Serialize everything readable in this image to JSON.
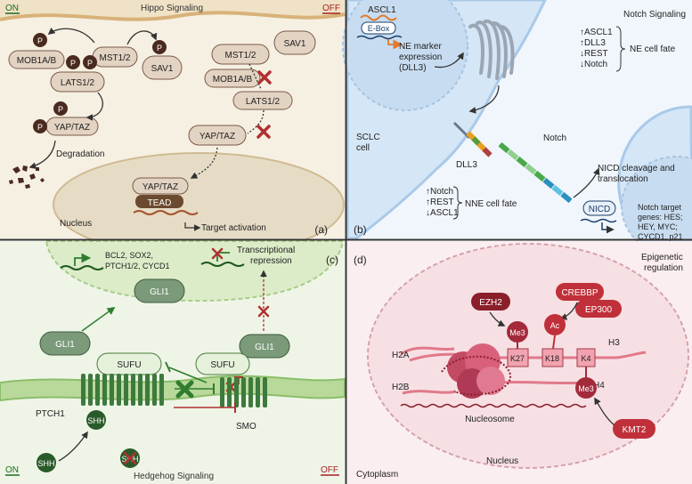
{
  "panel_a": {
    "on": "ON",
    "off": "OFF",
    "title": "Hippo Signaling",
    "p": "P",
    "mob1ab": "MOB1A/B",
    "mst12": "MST1/2",
    "sav1": "SAV1",
    "lats12": "LATS1/2",
    "yaptaz": "YAP/TAZ",
    "degradation": "Degradation",
    "tead": "TEAD",
    "target_activation": "Target activation",
    "nucleus": "Nucleus",
    "label": "(a)"
  },
  "panel_b": {
    "ascl1": "ASCL1",
    "ebox": "E-Box",
    "ne_marker_1": "NE marker",
    "ne_marker_2": "expression",
    "ne_marker_3": "(DLL3)",
    "title": "Notch Signaling",
    "ne_list": [
      "↑ASCL1",
      "↑DLL3",
      "↓REST",
      "↓Notch"
    ],
    "ne_fate": "NE cell fate",
    "sclc_1": "SCLC",
    "sclc_2": "cell",
    "notch": "Notch",
    "dll3": "DLL3",
    "nicd_text_1": "NICD cleavage and",
    "nicd_text_2": "translocation",
    "nne_list": [
      "↑Notch",
      "↑REST",
      "↓ASCL1"
    ],
    "nne_fate": "NNE cell fate",
    "nicd": "NICD",
    "targets": [
      "Notch target",
      "genes: HES;",
      "HEY, MYC;",
      "CYCD1, p21"
    ],
    "label": "(b)"
  },
  "panel_c": {
    "genes_1": "BCL2, SOX2,",
    "genes_2": "PTCH1/2, CYCD1",
    "repression_1": "Transcriptional",
    "repression_2": "repression",
    "gli1": "GLI1",
    "sufu": "SUFU",
    "ptch1": "PTCH1",
    "smo": "SMO",
    "shh": "SHH",
    "on": "ON",
    "off": "OFF",
    "title": "Hedgehog Signaling",
    "label": "(c)"
  },
  "panel_d": {
    "label": "(d)",
    "epigenetic_1": "Epigenetic",
    "epigenetic_2": "regulation",
    "ezh2": "EZH2",
    "crebbp": "CREBBP",
    "ep300": "EP300",
    "me3": "Me3",
    "ac": "Ac",
    "k27": "K27",
    "k18": "K18",
    "k4": "K4",
    "h2a": "H2A",
    "h2b": "H2B",
    "h3": "H3",
    "h4": "H4",
    "nucleosome": "Nucleosome",
    "kmt2": "KMT2",
    "nucleus": "Nucleus",
    "cytoplasm": "Cytoplasm"
  }
}
